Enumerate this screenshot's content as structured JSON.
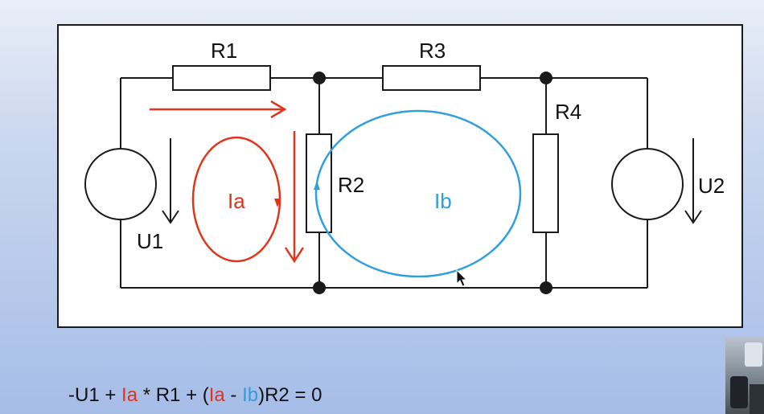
{
  "labels": {
    "r1": "R1",
    "r2": "R2",
    "r3": "R3",
    "r4": "R4",
    "u1": "U1",
    "u2": "U2",
    "ia": "Ia",
    "ib": "Ib"
  },
  "equation": {
    "part1": "-U1 + ",
    "ia1": "Ia",
    "part2": " * R1 + (",
    "ia2": "Ia",
    "part3": " - ",
    "ib": "Ib",
    "part4": ")R2 = 0"
  },
  "colors": {
    "loop_a": "#e2331b",
    "loop_b": "#2f9fe0",
    "wire": "#1a1a1a"
  },
  "icons": {
    "cursor": "mouse-pointer-icon"
  }
}
